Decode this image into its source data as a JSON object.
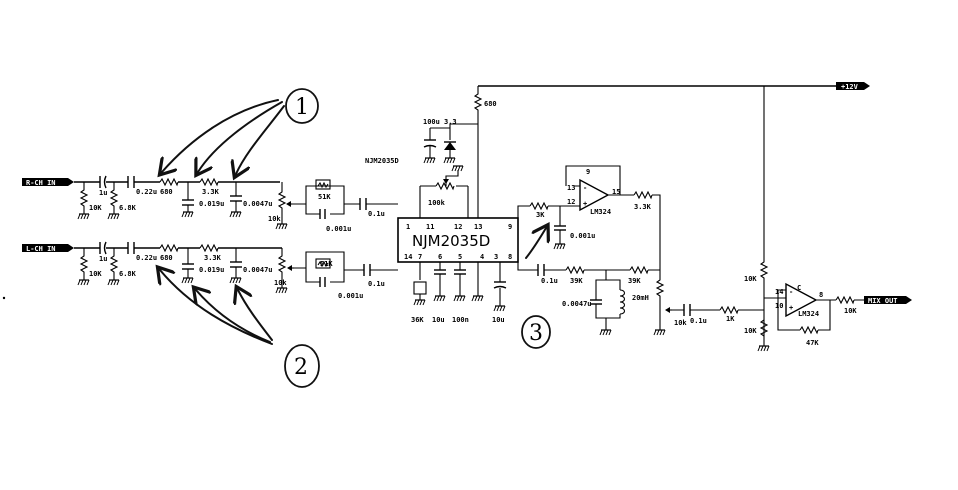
{
  "ports": {
    "r_ch_in": "R-CH IN",
    "l_ch_in": "L-CH IN",
    "plus_12v": "+12V",
    "mix_out": "MIX OUT"
  },
  "ic": {
    "name": "NJM2035D",
    "ref_label": "NJM2035D",
    "pins_top": [
      "1",
      "11",
      "12",
      "13",
      "9"
    ],
    "pins_bottom": [
      "14",
      "7",
      "6",
      "5",
      "4",
      "3",
      "8"
    ]
  },
  "opamps": {
    "u1_label": "LM324",
    "u1_pin_top": "9",
    "u1_pin_in_top": "13",
    "u1_pin_in_bot": "12",
    "u1_pin_out": "15",
    "u2_label": "LM324",
    "u2_mark": "C",
    "u2_pin_in_top": "14",
    "u2_pin_in_bot": "10",
    "u2_pin_out": "8"
  },
  "parts": {
    "top_ch": {
      "c_in": "1u",
      "r_gnd1": "10K",
      "c2": "0.22u",
      "r_gnd2": "6.8K",
      "r_680": "680",
      "c_019": "0.019u",
      "r_33k": "3.3K",
      "c_0047": "0.0047u",
      "pot": "10k",
      "r_51k": "51K",
      "c_001": "0.001u",
      "c_01": "0.1u"
    },
    "bot_ch": {
      "c_in": "1u",
      "r_gnd1": "10K",
      "c2": "0.22u",
      "r_gnd2": "6.8K",
      "r_680": "680",
      "c_019": "0.019u",
      "r_33k": "3.3K",
      "c_0047": "0.0047u",
      "pot": "10k",
      "r_51k": "51K",
      "c_001": "0.001u",
      "c_01": "0.1u"
    },
    "supply": {
      "r_680": "680",
      "c_100u": "100u",
      "c_33": "3.3",
      "pot_100k": "100k"
    },
    "ic_bottom": {
      "r_36k": "36K",
      "c_10u_a": "10u",
      "c_100n": "100n",
      "c_10u_b": "10u"
    },
    "filter": {
      "r_3k": "3K",
      "c_0001": "0.001u",
      "r_33k": "3.3K",
      "c_01": "0.1u",
      "r_39k_a": "39K",
      "r_39k_b": "39K",
      "c_00047": "0.0047u",
      "l_20mh": "20mH",
      "pot_10k": "10k",
      "c_01b": "0.1u",
      "r_1k": "1K",
      "r_10k_a": "10K",
      "r_10k_b": "10K",
      "r_10k_c": "10K",
      "r_47k": "47K"
    }
  },
  "annotations": {
    "circle_1": "1",
    "circle_2": "2",
    "circle_3": "3"
  }
}
